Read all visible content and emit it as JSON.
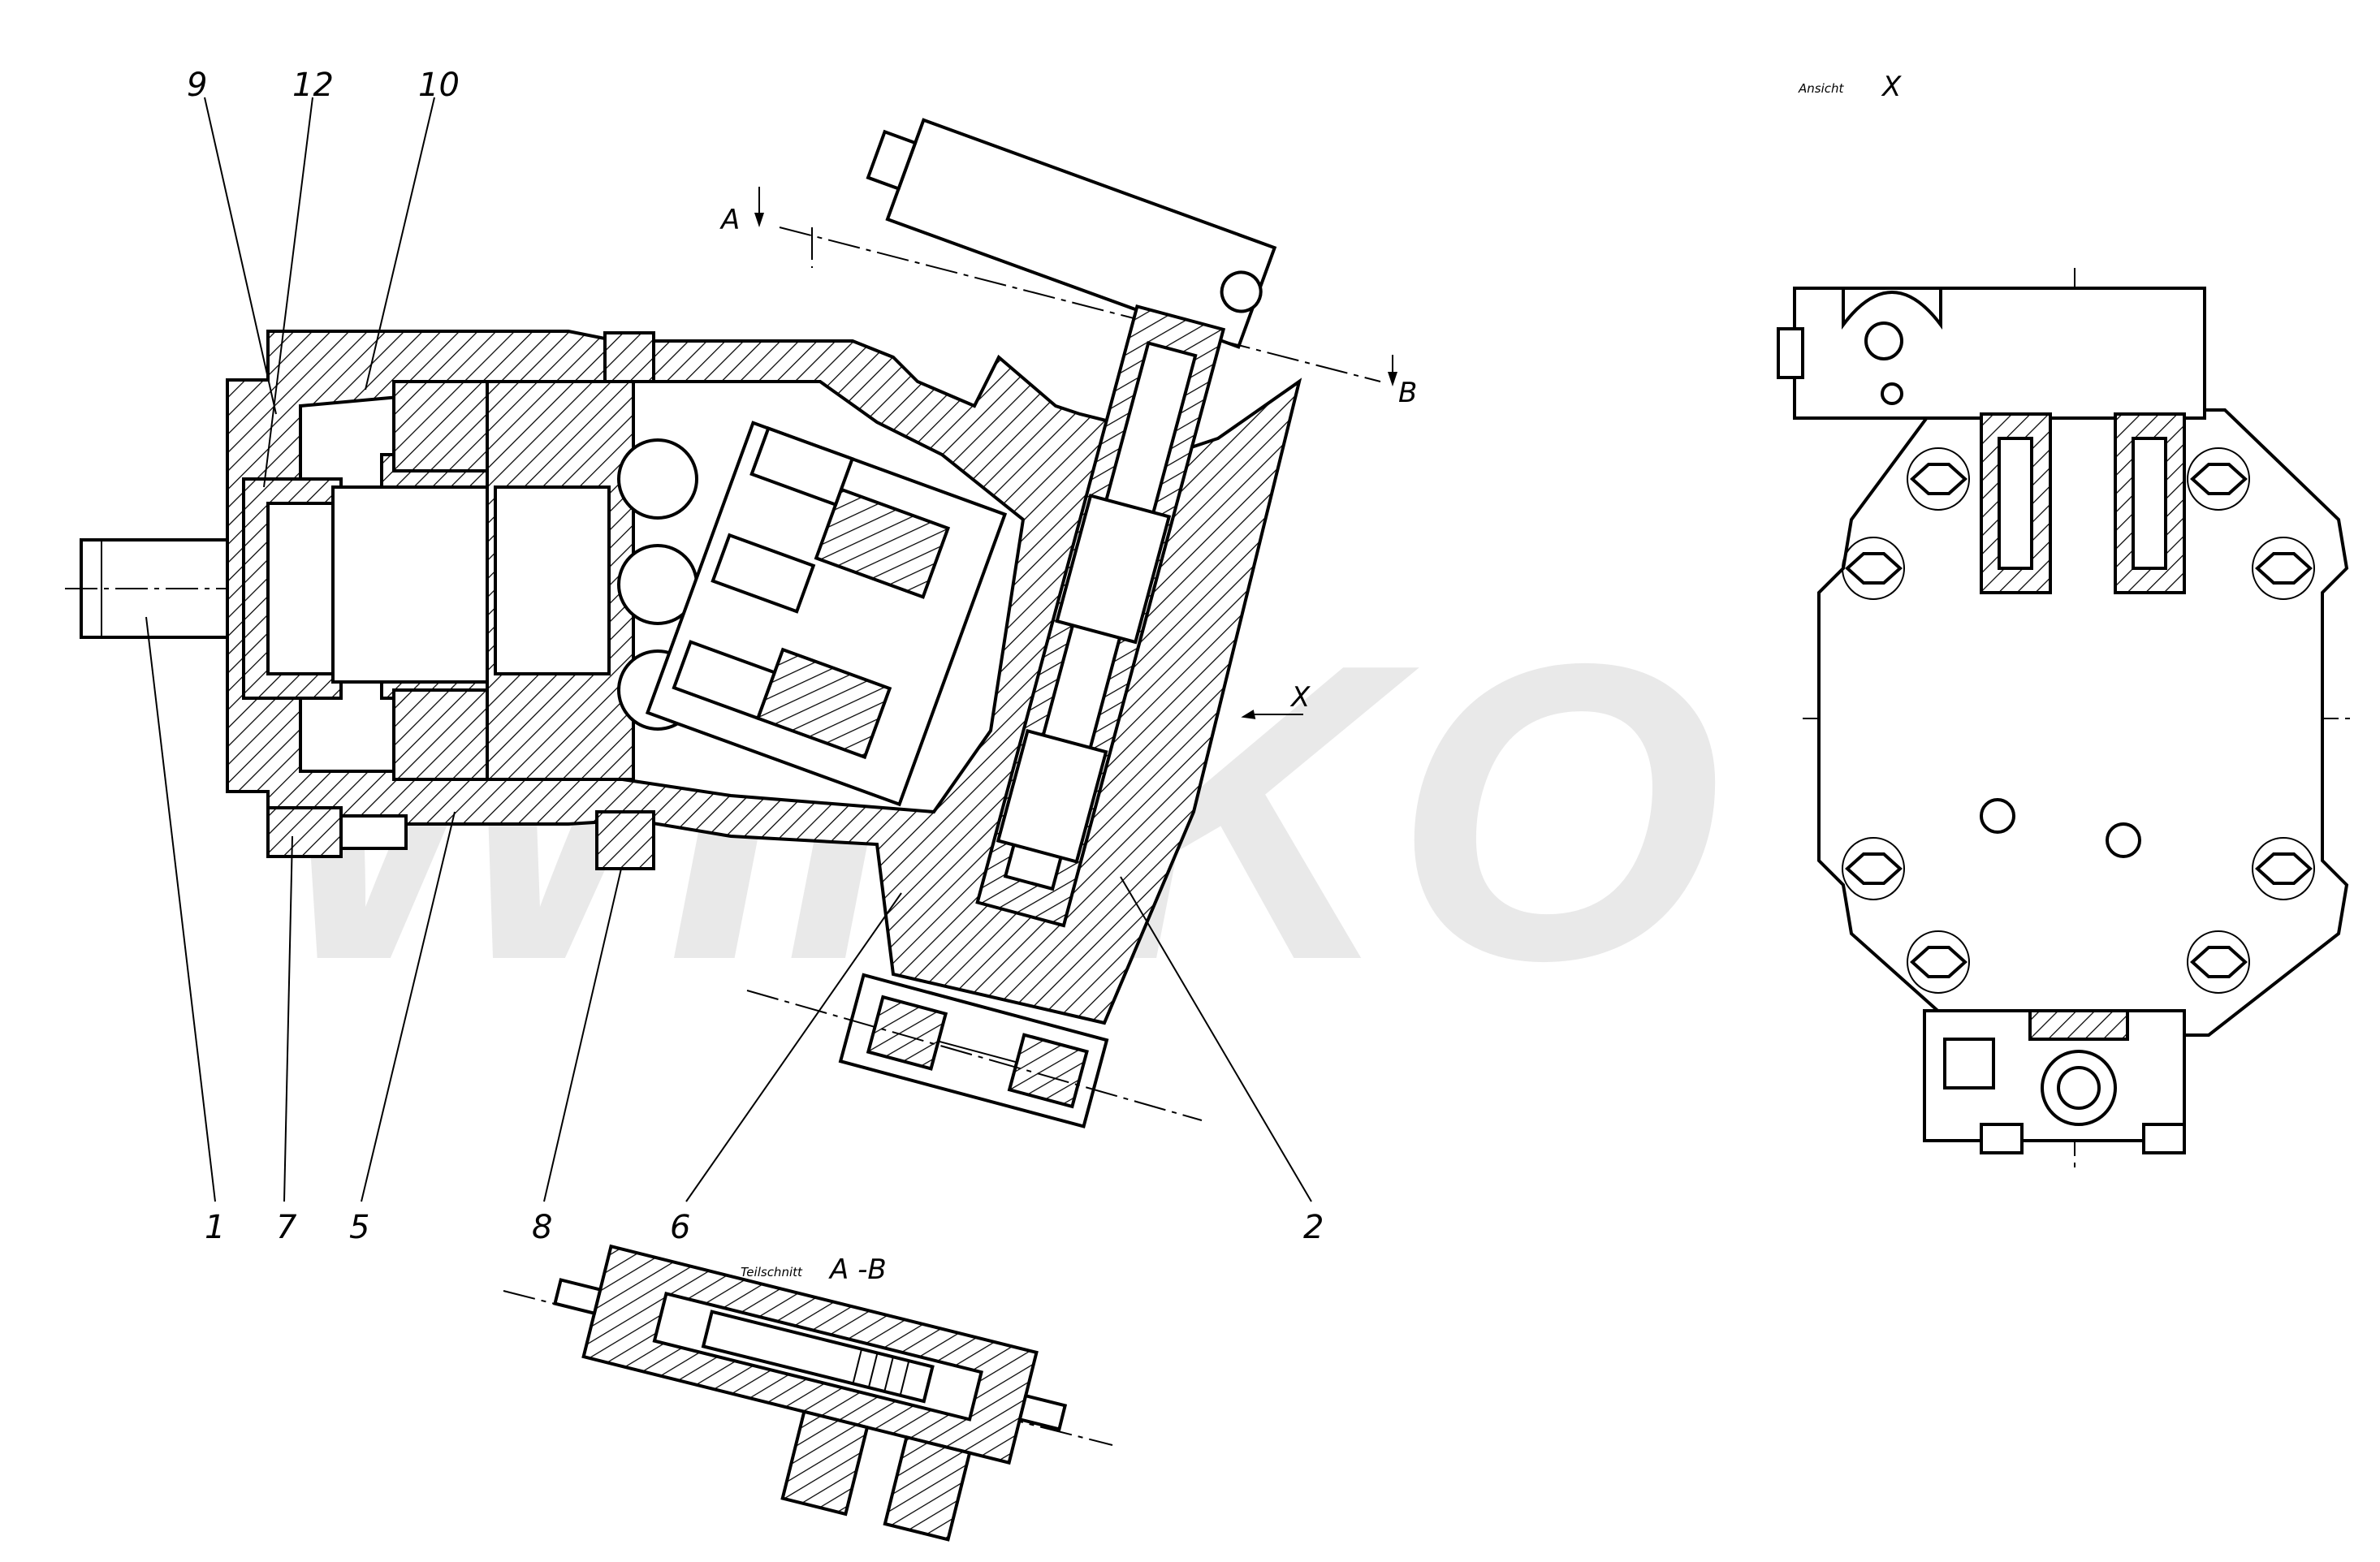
{
  "drawing": {
    "watermark": "WINKO",
    "part_labels": {
      "p9": "9",
      "p12": "12",
      "p10": "10",
      "p1": "1",
      "p7": "7",
      "p5": "5",
      "p8": "8",
      "p6": "6",
      "p2": "2"
    },
    "section_markers": {
      "a": "A",
      "b": "B",
      "x": "X"
    },
    "view_x": {
      "prefix": "Ansicht",
      "letter": "X"
    },
    "section_ab": {
      "prefix": "Teilschnitt",
      "letter": "A -B"
    }
  }
}
